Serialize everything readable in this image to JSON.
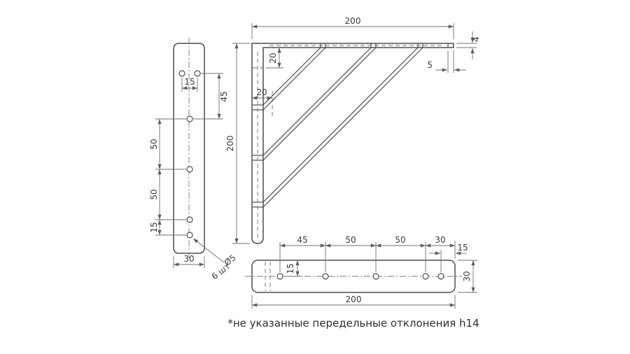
{
  "note": "*не указанные передельные отклонения h14",
  "colors": {
    "line": "#4d4d4d",
    "dim_line": "#6f6f6f",
    "text": "#3b3b3b"
  },
  "side_view": {
    "hole_pitch": "15",
    "top_span": "45",
    "span_a": "50",
    "span_b": "50",
    "bottom_span": "15",
    "width": "30",
    "hole_dia": "Ø5",
    "hole_qty": "6 шт"
  },
  "main_view": {
    "width": "200",
    "height": "200",
    "offset_v": "20",
    "offset_h": "20",
    "end_tab": "5",
    "thickness": "4"
  },
  "plan_view": {
    "span_a": "45",
    "span_b": "50",
    "span_c": "50",
    "span_d": "30",
    "edge_offset": "15",
    "width": "30",
    "hole_offset": "15",
    "length": "200"
  }
}
